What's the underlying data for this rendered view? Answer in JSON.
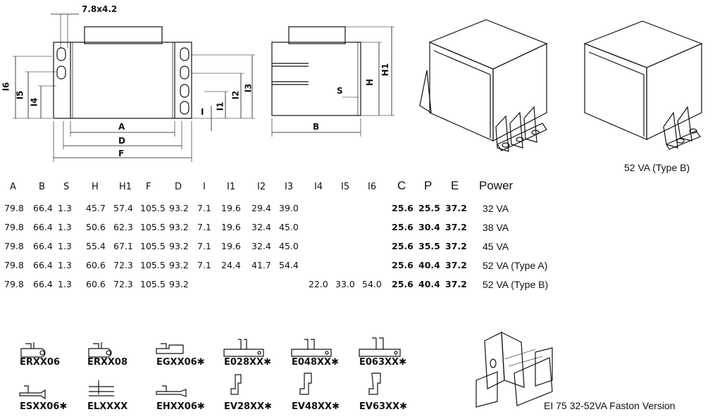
{
  "drawing": {
    "hole_label": "7.8x4.2",
    "front_dims": {
      "A": "A",
      "D": "D",
      "F": "F",
      "I6": "I6",
      "I5": "I5",
      "I4": "I4",
      "I3": "I3",
      "I2": "I2",
      "I1": "I1",
      "I": "I"
    },
    "side_dims": {
      "B": "B",
      "H": "H",
      "H1": "H1",
      "S": "S"
    }
  },
  "type_b_caption": "52 VA (Type B)",
  "table": {
    "headers": [
      "A",
      "B",
      "S",
      "H",
      "H1",
      "F",
      "D",
      "I",
      "I1",
      "I2",
      "I3",
      "I4",
      "I5",
      "I6",
      "C",
      "P",
      "E",
      "Power"
    ],
    "rows": [
      [
        "79.8",
        "66.4",
        "1.3",
        "45.7",
        "57.4",
        "105.5",
        "93.2",
        "7.1",
        "19.6",
        "29.4",
        "39.0",
        "",
        "",
        "",
        "25.6",
        "25.5",
        "37.2",
        "32 VA"
      ],
      [
        "79.8",
        "66.4",
        "1.3",
        "50.6",
        "62.3",
        "105.5",
        "93.2",
        "7.1",
        "19.6",
        "32.4",
        "45.0",
        "",
        "",
        "",
        "25.6",
        "30.4",
        "37.2",
        "38 VA"
      ],
      [
        "79.8",
        "66.4",
        "1.3",
        "55.4",
        "67.1",
        "105.5",
        "93.2",
        "7.1",
        "19.6",
        "32.4",
        "45.0",
        "",
        "",
        "",
        "25.6",
        "35.5",
        "37.2",
        "45 VA"
      ],
      [
        "79.8",
        "66.4",
        "1.3",
        "60.6",
        "72.3",
        "105.5",
        "93.2",
        "7.1",
        "24.4",
        "41.7",
        "54.4",
        "",
        "",
        "",
        "25.6",
        "40.4",
        "37.2",
        "52 VA (Type A)"
      ],
      [
        "79.8",
        "66.4",
        "1.3",
        "60.6",
        "72.3",
        "105.5",
        "93.2",
        "",
        "",
        "",
        "",
        "22.0",
        "33.0",
        "54.0",
        "25.6",
        "40.4",
        "37.2",
        "52 VA (Type B)"
      ]
    ]
  },
  "terminals": {
    "row1": [
      "ERXX06",
      "ERXX08",
      "EGXX06✱",
      "E028XX✱",
      "E048XX✱",
      "E063XX✱"
    ],
    "row2": [
      "ESXX06✱",
      "ELXXXX",
      "EHXX06✱",
      "EV28XX✱",
      "EV48XX✱",
      "EV63XX✱"
    ]
  },
  "faston_caption": "EI 75  32-52VA Faston Version"
}
